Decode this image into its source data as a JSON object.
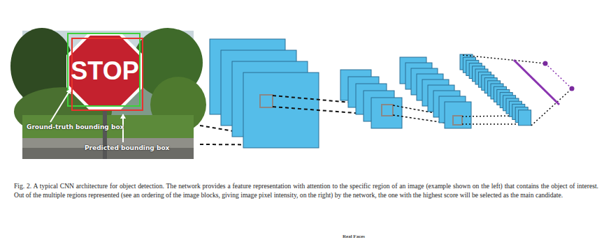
{
  "diagram": {
    "caption": "Fig. 2. A typical CNN architecture for object detection. The network provides a feature representation with attention to the specific region of an image (example shown on the left) that contains the object of interest. Out of the multiple regions represented (see an ordering of the image blocks, giving image pixel intensity, on the right) by the network, the one with the highest score will be selected as the main candidate.",
    "labels": [
      "STOP",
      "Ground-truth bounding box",
      "Predicted bounding box",
      "Real Faces"
    ]
  }
}
